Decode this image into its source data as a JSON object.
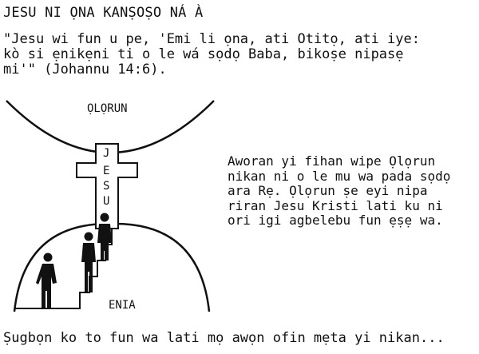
{
  "title": "JESU NI ỌNA KANṢOṢO NÁ À",
  "quote": {
    "lines": [
      "\"Jesu wi fun u pe, 'Emi li ọna, ati Otitọ, ati iye:",
      "kò si ẹnikẹni ti o le wá sọdọ Baba, bikoṣe nipasẹ",
      "mi'\" (Johannu 14:6)."
    ]
  },
  "illustration": {
    "top_label": "ỌLỌRUN",
    "bottom_label": "ENIA",
    "cross_letters": [
      "J",
      "E",
      "S",
      "U"
    ]
  },
  "caption": {
    "lines": [
      "Aworan yi fihan wipe Ọlọrun",
      "nikan ni o le mu wa pada sọdọ",
      "ara Rẹ.  Ọlọrun ṣe eyi nipa",
      "riran Jesu Kristi lati ku ni",
      "ori igi agbelebu fun ẹṣẹ wa."
    ]
  },
  "footer": "Ṣugbọn ko to fun wa lati mọ awọn ofin mẹta yi nikan..."
}
